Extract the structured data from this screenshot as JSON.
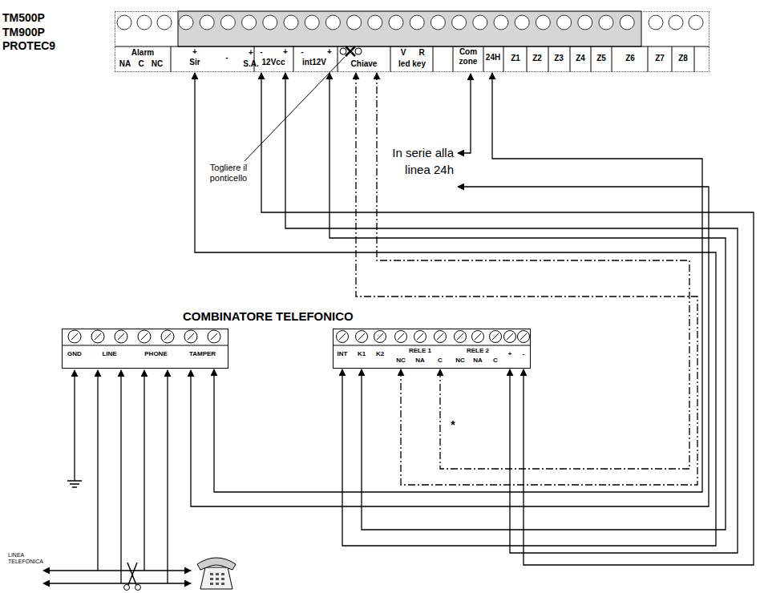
{
  "diagram": {
    "nodes": [
      {
        "text": [
          "TM500P TM900P PROTEC9"
        ]
      },
      {
        "text": [
          "+",
          "Sir"
        ],
        "in": 0
      },
      {
        "text": [
          "-",
          "+",
          "12Vcc"
        ],
        "in": 0
      },
      {
        "text": [
          "-",
          "+",
          "int12V"
        ],
        "in": 0
      },
      {
        "text": [
          "Chiave"
        ],
        "in": 0
      },
      {
        "text": [
          "Com zone"
        ],
        "in": 0
      },
      {
        "text": [
          "24H"
        ],
        "in": 0
      },
      {
        "text": [
          "GND",
          "LINE",
          "PHONE"
        ]
      },
      {
        "text": [
          "TAMPER"
        ],
        "in": 7
      },
      {
        "text": [
          "K2",
          "RELE 2",
          "NC",
          "NA",
          "C"
        ]
      },
      {
        "text": [
          "INT"
        ],
        "in": 9
      },
      {
        "text": [
          "K1"
        ],
        "in": 9
      },
      {
        "text": [
          "RELE 1",
          "NC",
          "NA",
          "C"
        ],
        "in": 9
      },
      {
        "text": [
          "+"
        ],
        "in": 9
      },
      {
        "text": [
          "-"
        ],
        "in": 9
      }
    ],
    "edges": [
      {
        "from": 1,
        "to": 10,
        "arrow": "both"
      },
      {
        "from": 2,
        "to": 14,
        "arrow": "both"
      },
      {
        "from": 2,
        "to": 13,
        "arrow": "both"
      },
      {
        "from": 3,
        "to": 11,
        "arrow": "both"
      },
      {
        "from": 4,
        "to": 12,
        "arrow": "both"
      },
      {
        "from": 4,
        "to": 12,
        "arrow": "both"
      },
      {
        "from": 6,
        "to": 8,
        "arrow": "both"
      }
    ],
    "labels": [
      "Alarm",
      "NA",
      "C",
      "NC",
      "-",
      "+",
      "S.A.",
      "V",
      "R",
      "led key",
      "Z1",
      "Z2",
      "Z3",
      "Z4",
      "Z5",
      "Z6",
      "Z7",
      "Z8",
      "Togliere il ponticello",
      "In serie alla linea 24h",
      "COMBINATORE TELEFONICO",
      "*",
      "LINEA TELEFONICA"
    ]
  }
}
